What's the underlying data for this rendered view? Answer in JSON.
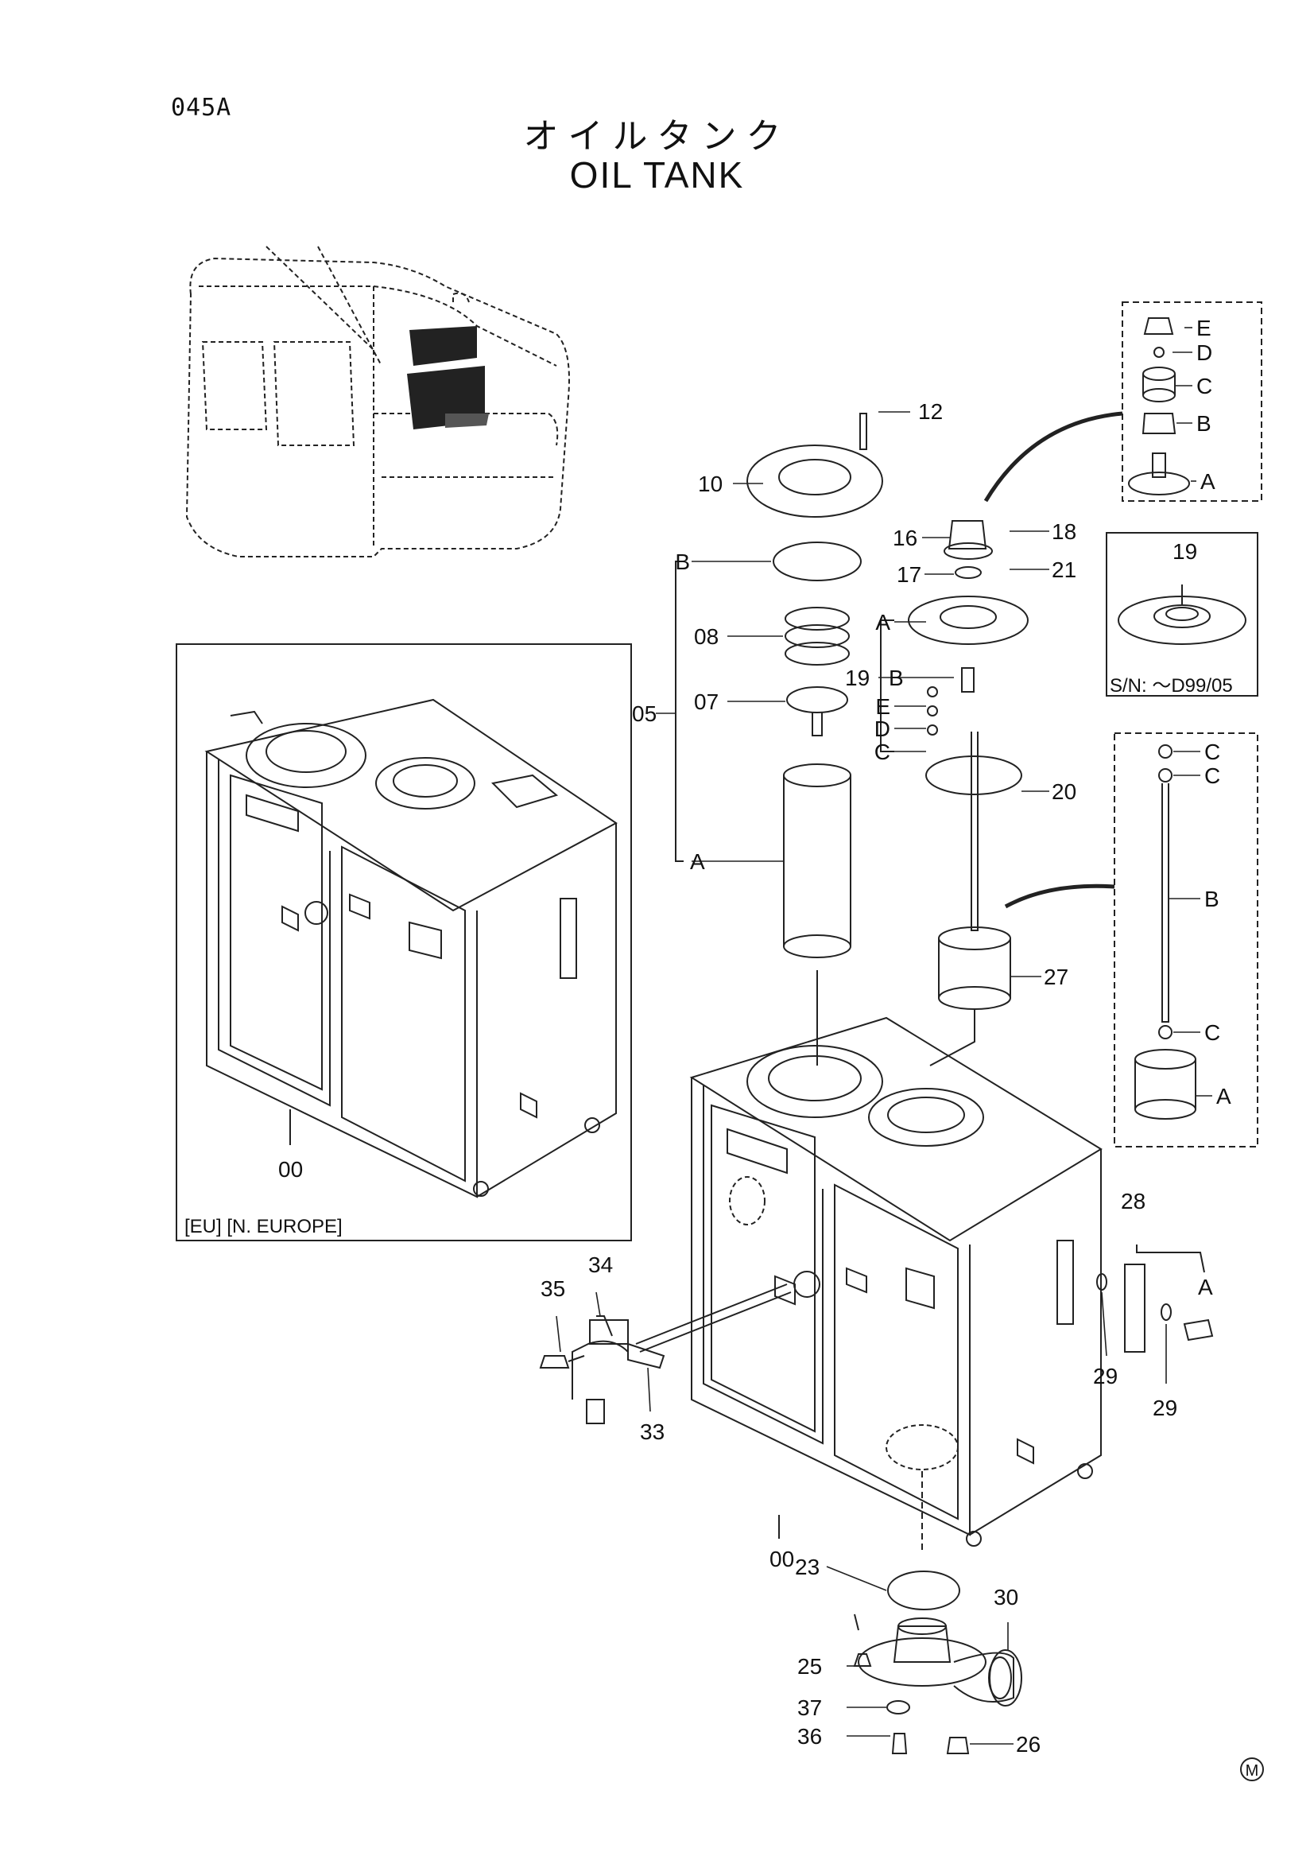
{
  "page": {
    "code": "045A",
    "title_jp": "オイルタンク",
    "title_en": "OIL TANK",
    "maker_mark": "M"
  },
  "detail_boxes": {
    "eu_variant": {
      "caption": "[EU] [N. EUROPE]",
      "part_label": "00"
    },
    "serial_variant": {
      "part_label": "19",
      "caption": "S/N: ～D99/05"
    },
    "breather_parts": {
      "labels": [
        "E",
        "D",
        "C",
        "B",
        "A"
      ]
    },
    "strainer_parts": {
      "labels": [
        "C",
        "C",
        "B",
        "C",
        "A"
      ]
    }
  },
  "callouts": [
    "12",
    "10",
    "B",
    "08",
    "07",
    "05",
    "A",
    "16",
    "18",
    "17",
    "21",
    "A",
    "19",
    "B",
    "E",
    "D",
    "C",
    "20",
    "27",
    "28",
    "A",
    "29",
    "29",
    "34",
    "35",
    "33",
    "00",
    "23",
    "30",
    "25",
    "37",
    "36",
    "26"
  ]
}
